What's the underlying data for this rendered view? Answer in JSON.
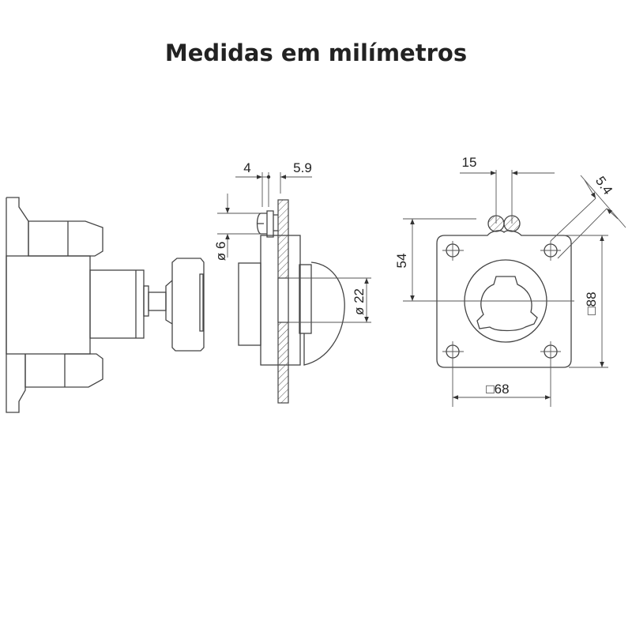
{
  "title": "Medidas em milímetros",
  "dimensions": {
    "gap_4": "4",
    "gap_5_9": "5.9",
    "screw_dia": "ø 6",
    "hole_dia": "ø 22",
    "screw_spacing": "15",
    "height_54": "54",
    "slot_5_4": "5.4",
    "square_88": "□88",
    "square_68": "□68"
  },
  "colors": {
    "line": "#444444",
    "text": "#222222",
    "background": "#ffffff"
  }
}
